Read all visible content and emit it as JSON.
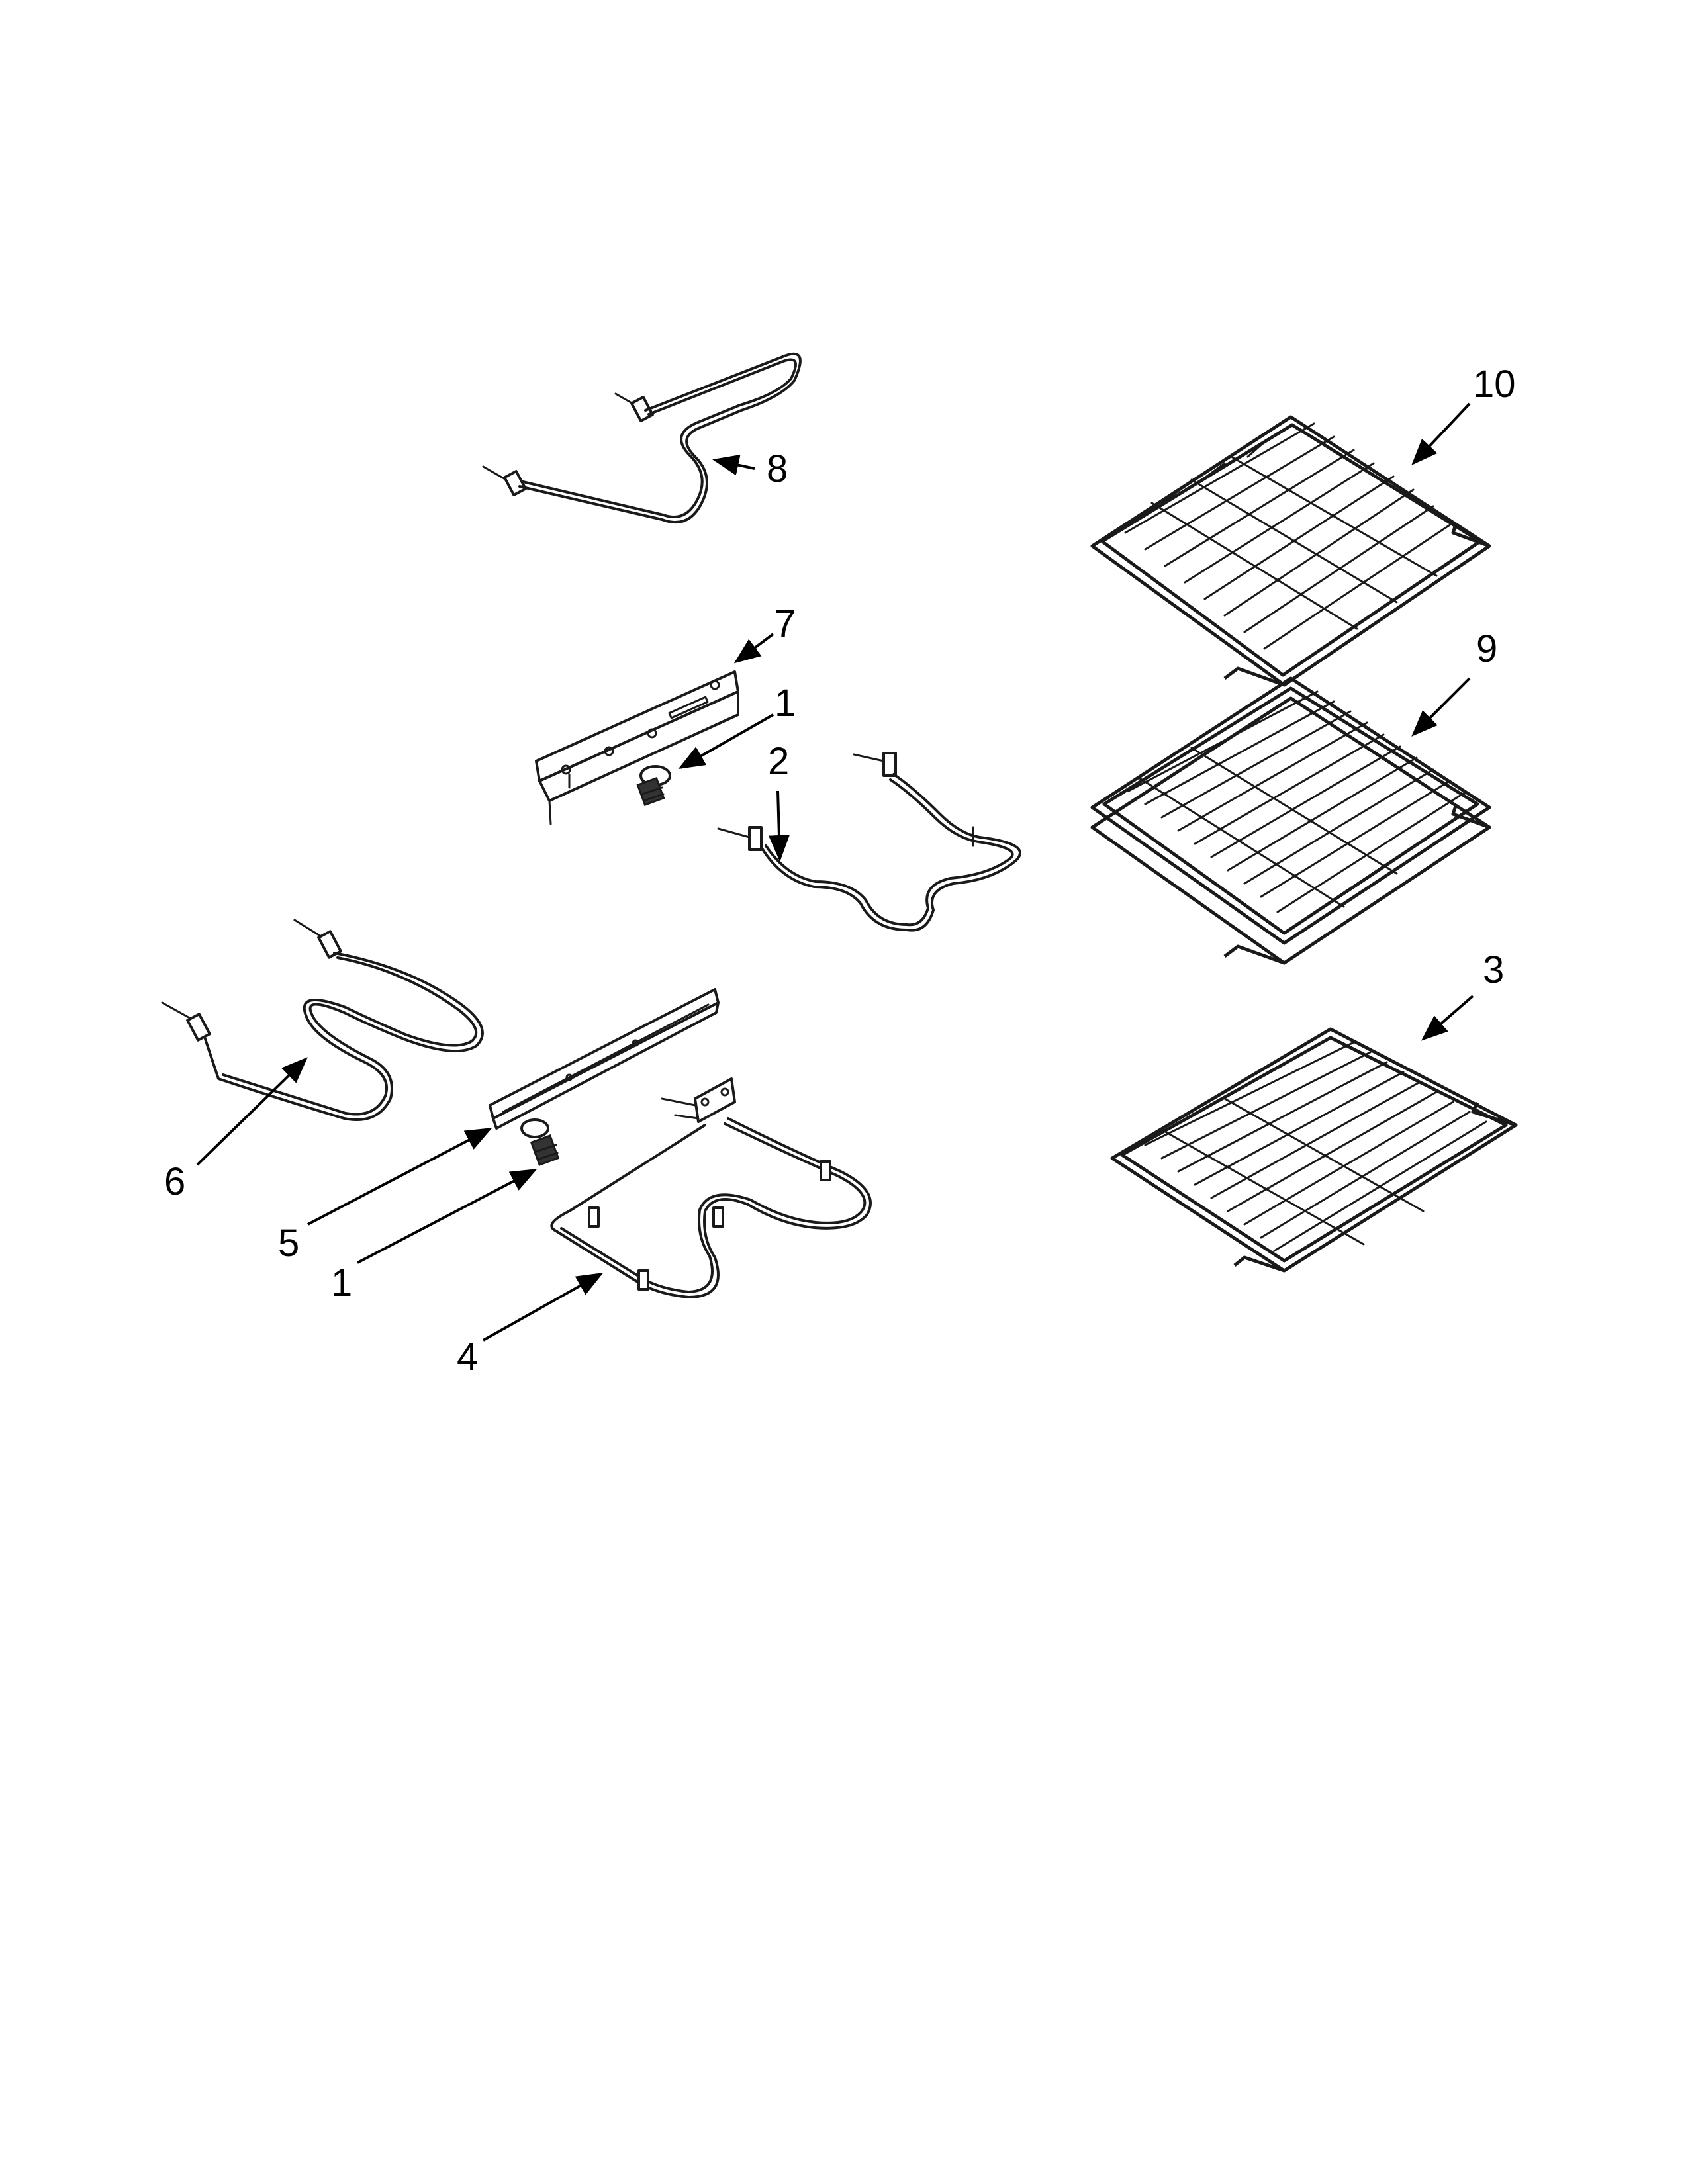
{
  "callouts": {
    "c10": "10",
    "c9": "9",
    "c8": "8",
    "c7": "7",
    "c1a": "1",
    "c2": "2",
    "c3": "3",
    "c6": "6",
    "c5": "5",
    "c1b": "1",
    "c4": "4"
  },
  "colors": {
    "line": "#1a1a1a",
    "background": "#ffffff"
  }
}
